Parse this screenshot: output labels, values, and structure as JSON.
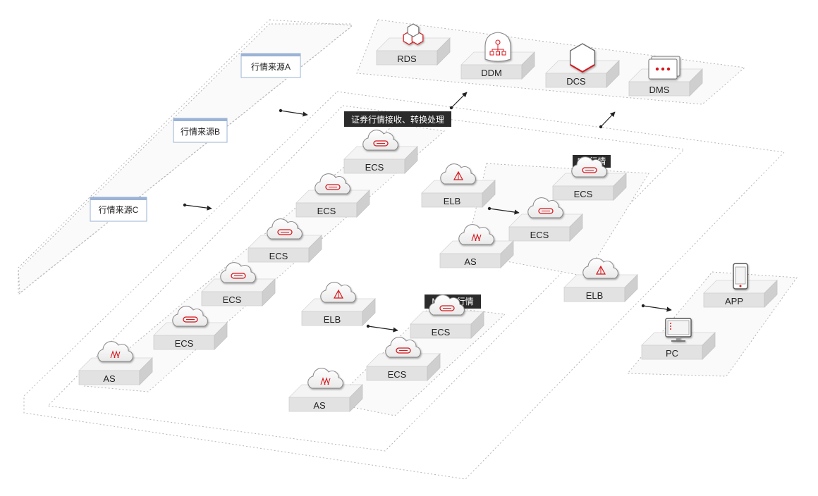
{
  "sources": {
    "a": "行情来源A",
    "b": "行情来源B",
    "c": "行情来源C"
  },
  "groups": {
    "processing": "证券行情接收、转换处理",
    "pc": "PC行情",
    "mobile": "Mobile行情"
  },
  "services": {
    "rds": "RDS",
    "ddm": "DDM",
    "dcs": "DCS",
    "dms": "DMS"
  },
  "processing_nodes": {
    "ecs1": "ECS",
    "ecs2": "ECS",
    "ecs3": "ECS",
    "ecs4": "ECS",
    "ecs5": "ECS",
    "as": "AS"
  },
  "pc_nodes": {
    "elb": "ELB",
    "ecs1": "ECS",
    "ecs2": "ECS",
    "as": "AS"
  },
  "mobile_nodes": {
    "elb": "ELB",
    "ecs1": "ECS",
    "ecs2": "ECS",
    "as": "AS"
  },
  "access_nodes": {
    "elb": "ELB"
  },
  "clients": {
    "app": "APP",
    "pc": "PC"
  },
  "colors": {
    "accent": "#d7191f",
    "dashed_border": "#b5b5b5",
    "box_top": "#f4f4f4",
    "box_front": "#e2e2e2",
    "box_side": "#cfcfcf",
    "label_dark": "#2b2b2b",
    "source_border": "#9bb3d4"
  }
}
